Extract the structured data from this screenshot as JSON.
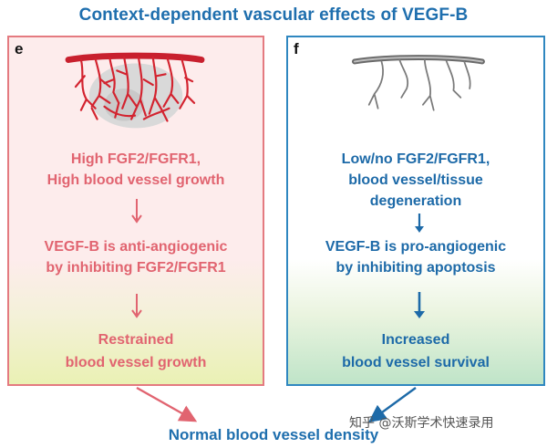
{
  "title": "Context-dependent vascular effects of VEGF-B",
  "left_panel": {
    "letter": "e",
    "line1": "High FGF2/FGFR1,",
    "line2": "High blood vessel growth",
    "line3": "VEGF-B is anti-angiogenic",
    "line4": "by inhibiting FGF2/FGFR1",
    "line5": "Restrained",
    "line6": "blood vessel growth"
  },
  "right_panel": {
    "letter": "f",
    "line1": "Low/no FGF2/FGFR1,",
    "line2": "blood vessel/tissue",
    "line3": "degeneration",
    "line4": "VEGF-B is pro-angiogenic",
    "line5": "by inhibiting apoptosis",
    "line6": "Increased",
    "line7": "blood vessel survival"
  },
  "bottom_label": "Normal blood vessel density",
  "watermark": "知乎 @沃斯学术快速录用",
  "colors": {
    "red": "#e16470",
    "blue": "#1d6aa8",
    "title_blue": "#1f6fae"
  }
}
